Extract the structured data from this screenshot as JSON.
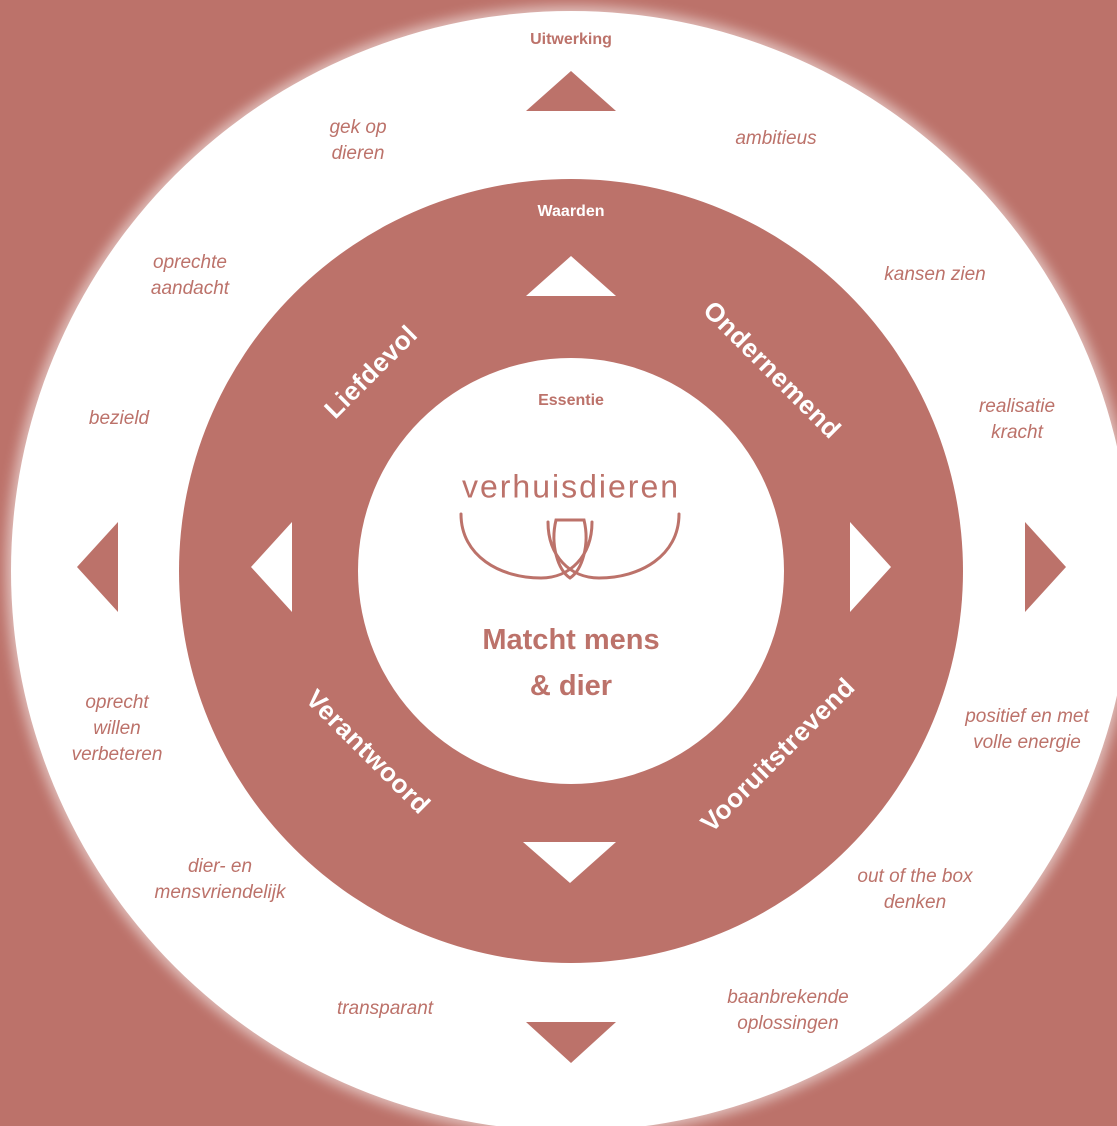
{
  "colors": {
    "accent": "#bc726a",
    "background": "#ffffff"
  },
  "outer": {
    "title": "Uitwerking",
    "words": {
      "gek_op_dieren": [
        "gek op",
        "dieren"
      ],
      "ambitieus": [
        "ambitieus"
      ],
      "oprechte_aandacht": [
        "oprechte",
        "aandacht"
      ],
      "kansen_zien": [
        "kansen zien"
      ],
      "bezield": [
        "bezield"
      ],
      "realisatie_kracht": [
        "realisatie",
        "kracht"
      ],
      "oprecht_willen_verbeteren": [
        "oprecht",
        "willen",
        "verbeteren"
      ],
      "positief": [
        "positief en met",
        "volle energie"
      ],
      "dier_en_mensvriendelijk": [
        "dier- en",
        "mensvriendelijk"
      ],
      "out_of_the_box": [
        "out of the box",
        "denken"
      ],
      "transparant": [
        "transparant"
      ],
      "baanbrekende": [
        "baanbrekende",
        "oplossingen"
      ]
    }
  },
  "middle": {
    "title": "Waarden",
    "values": {
      "liefdevol": "Liefdevol",
      "ondernemend": "Ondernemend",
      "verantwoord": "Verantwoord",
      "vooruitstrevend": "Vooruitstrevend"
    }
  },
  "inner": {
    "title": "Essentie",
    "brand": "verhuisdieren",
    "tagline": [
      "Matcht mens",
      "& dier"
    ]
  }
}
